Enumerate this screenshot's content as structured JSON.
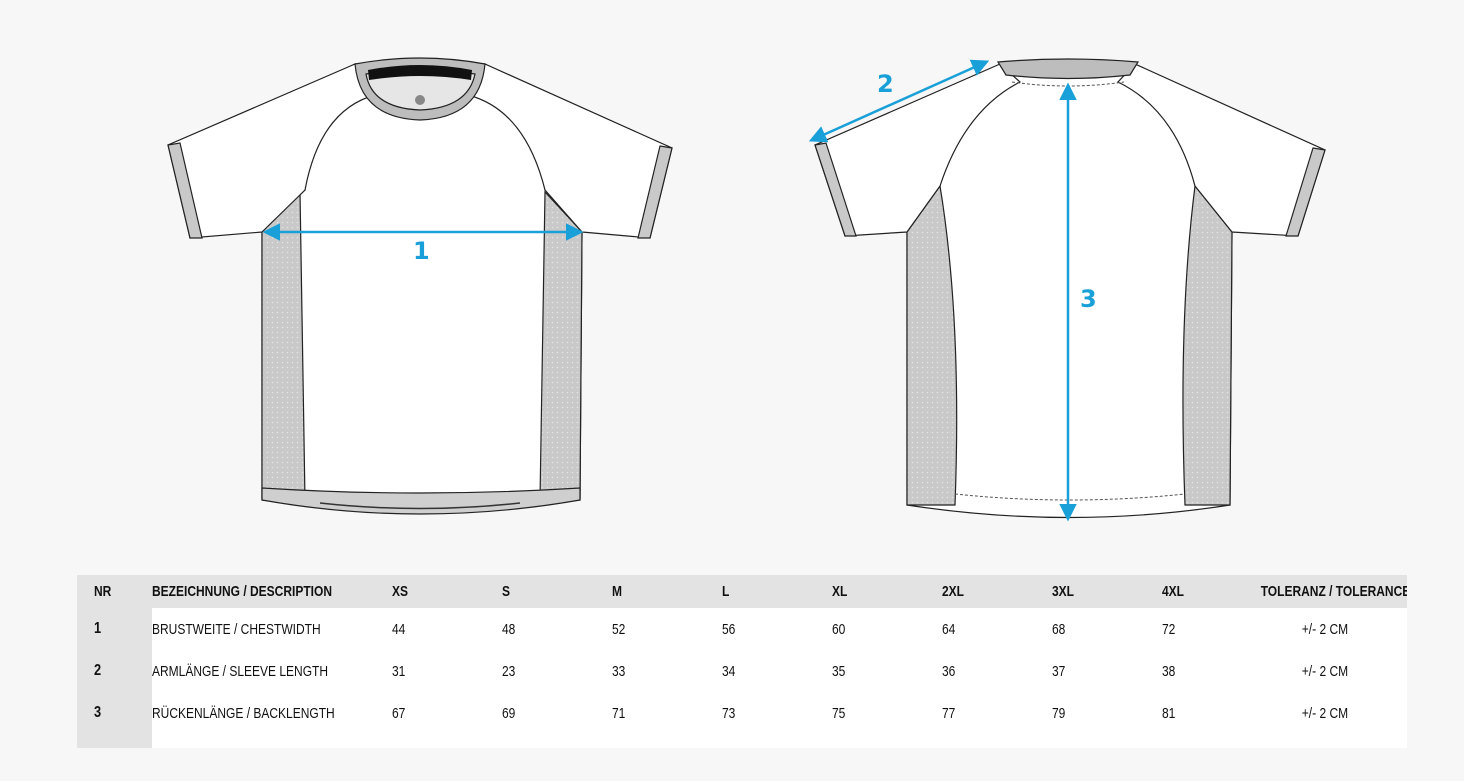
{
  "measurements": {
    "chest_label": "1",
    "sleeve_label": "2",
    "back_label": "3"
  },
  "colors": {
    "accent": "#1aa0d8",
    "mesh": "#c9c9c9",
    "trim": "#bdbdbd",
    "table_header": "#e3e3e3"
  },
  "table": {
    "headers": [
      "NR",
      "BEZEICHNUNG / DESCRIPTION",
      "XS",
      "S",
      "M",
      "L",
      "XL",
      "2XL",
      "3XL",
      "4XL",
      "TOLERANZ / TOLERANCE"
    ],
    "rows": [
      {
        "nr": "1",
        "description": "BRUSTWEITE / CHESTWIDTH",
        "values": [
          "44",
          "48",
          "52",
          "56",
          "60",
          "64",
          "68",
          "72"
        ],
        "tolerance": "+/- 2 CM"
      },
      {
        "nr": "2",
        "description": "ARMLÄNGE / SLEEVE LENGTH",
        "values": [
          "31",
          "23",
          "33",
          "34",
          "35",
          "36",
          "37",
          "38"
        ],
        "tolerance": "+/- 2 CM"
      },
      {
        "nr": "3",
        "description": "RÜCKENLÄNGE / BACKLENGTH",
        "values": [
          "67",
          "69",
          "71",
          "73",
          "75",
          "77",
          "79",
          "81"
        ],
        "tolerance": "+/- 2 CM"
      }
    ]
  }
}
